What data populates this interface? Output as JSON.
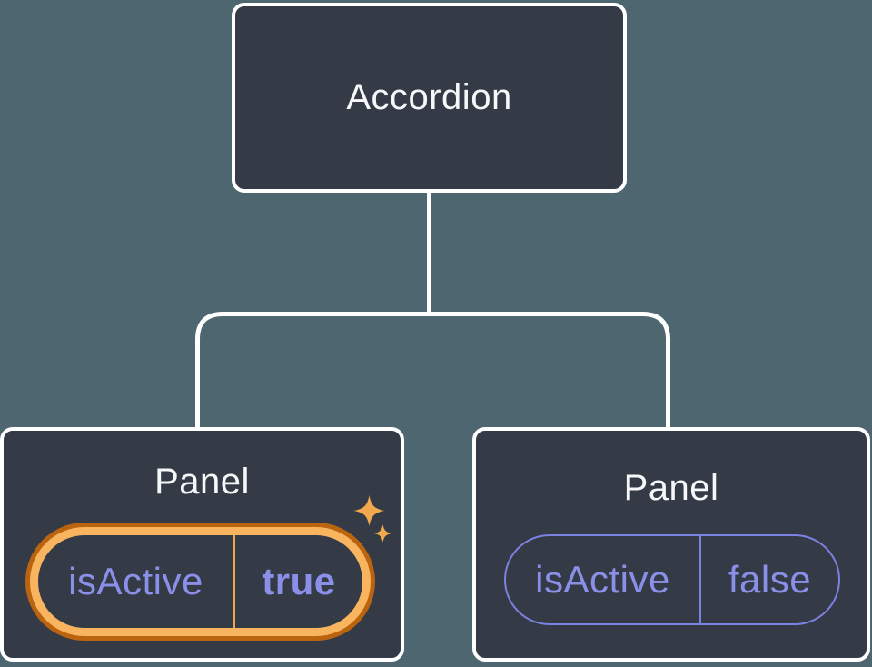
{
  "diagram": {
    "root": {
      "label": "Accordion"
    },
    "panels": [
      {
        "label": "Panel",
        "prop": {
          "name": "isActive",
          "value": "true"
        },
        "highlighted": true
      },
      {
        "label": "Panel",
        "prop": {
          "name": "isActive",
          "value": "false"
        },
        "highlighted": false
      }
    ]
  },
  "colors": {
    "background": "#4e6670",
    "node_fill": "#343a46",
    "node_border": "#ffffff",
    "connector": "#ffffff",
    "text_primary": "#f6f7f9",
    "prop_text": "#8a90e8",
    "prop_border": "#7b82e2",
    "highlight_outer": "#ba6410",
    "highlight_inner": "#f9b45f",
    "highlight_divider": "#f0a84f",
    "sparkle": "#f2a94e"
  }
}
